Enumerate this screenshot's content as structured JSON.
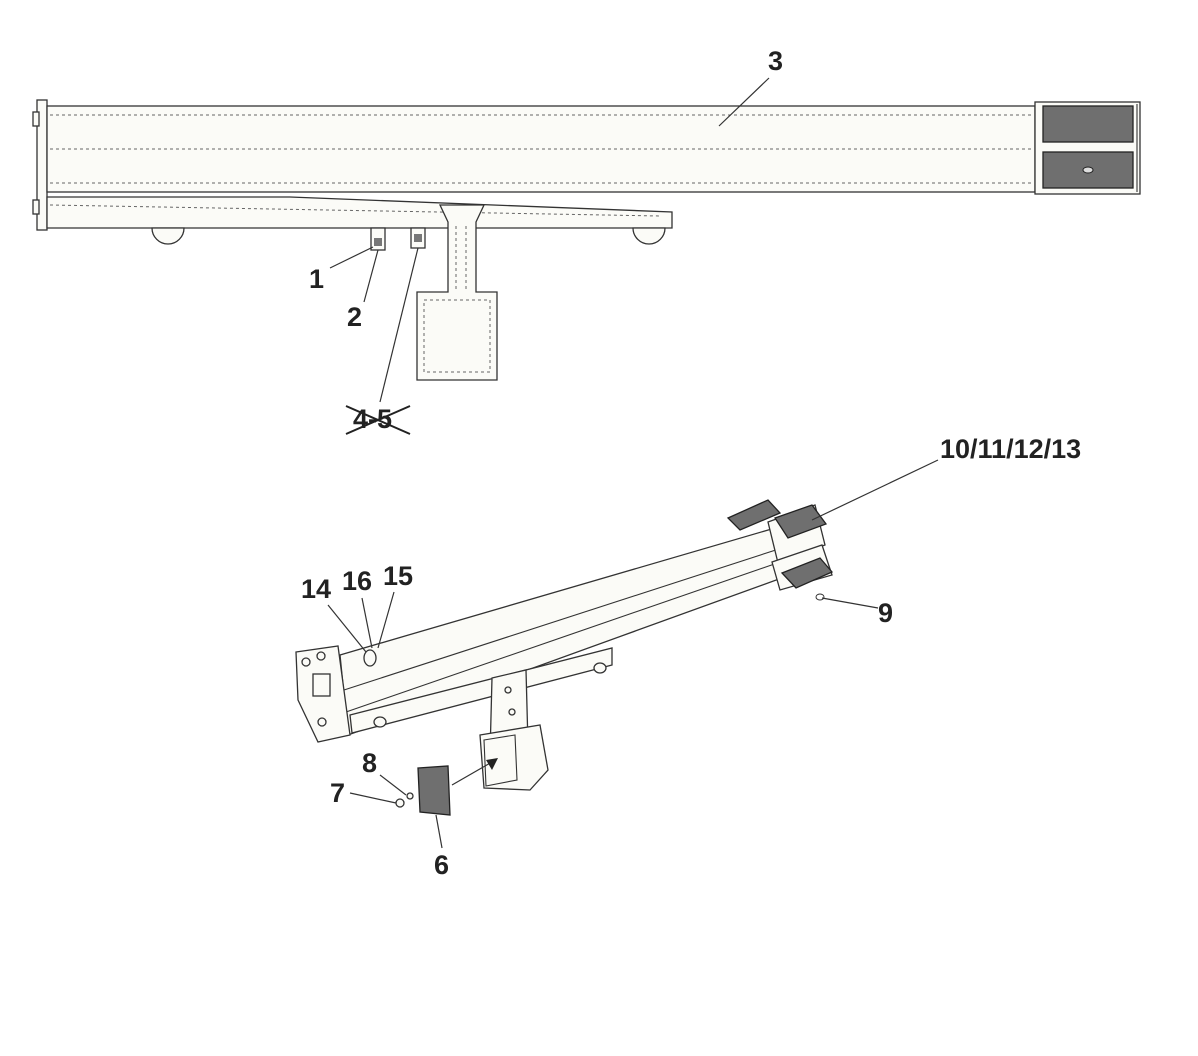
{
  "callouts": {
    "c1": "1",
    "c2": "2",
    "c3": "3",
    "c45": "4-5",
    "c6": "6",
    "c7": "7",
    "c8": "8",
    "c9": "9",
    "c10_13": "10/11/12/13",
    "c14": "14",
    "c15": "15",
    "c16": "16"
  },
  "colors": {
    "line": "#333333",
    "fill": "#fbfbf7",
    "pad": "#6f6f6f"
  }
}
